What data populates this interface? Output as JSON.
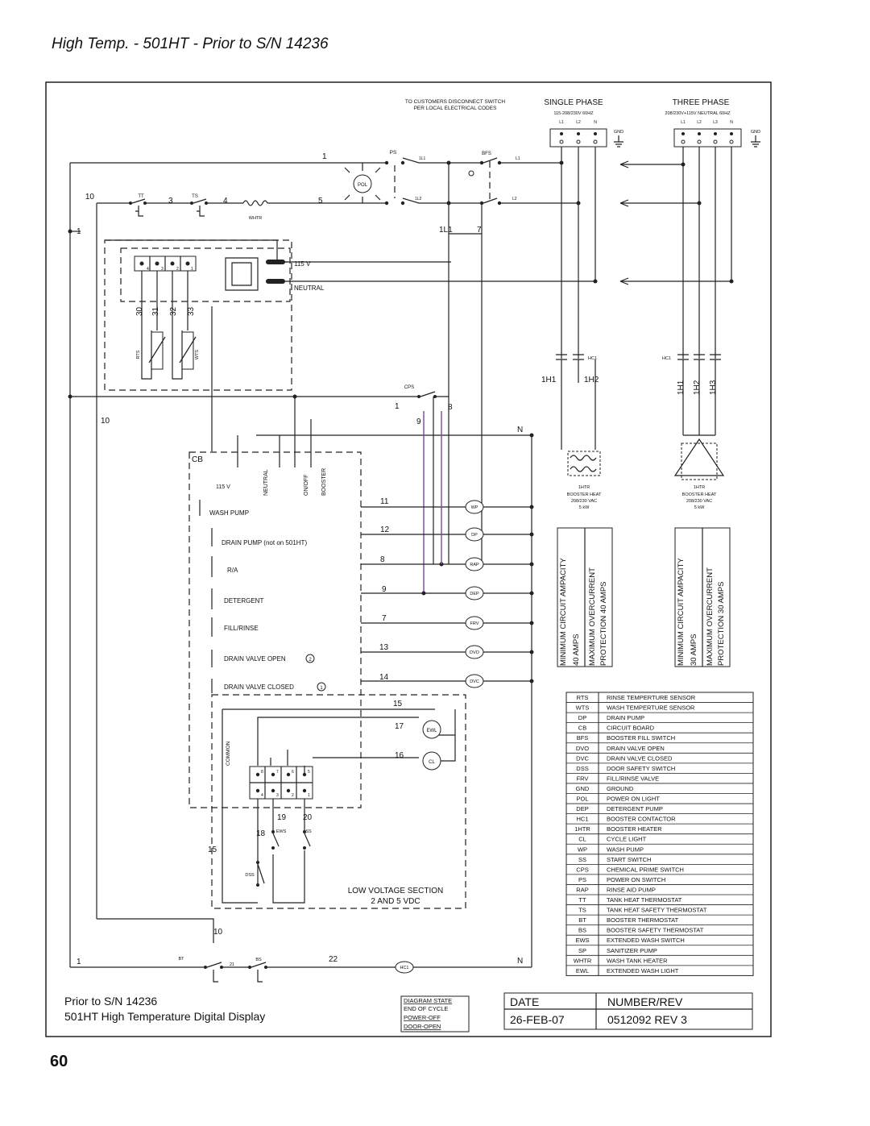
{
  "header": {
    "title": "High Temp. - 501HT - Prior to S/N 14236",
    "page_number": "60"
  },
  "supply": {
    "disconnect_note_1": "TO CUSTOMERS DISCONNECT SWITCH",
    "disconnect_note_2": "PER LOCAL ELECTRICAL CODES",
    "single_phase": "SINGLE PHASE",
    "single_phase_spec": "115-208/230V 60HZ",
    "three_phase": "THREE PHASE",
    "three_phase_spec": "208/230V+115V NEUTRAL 60HZ",
    "gnd": "GND",
    "l1": "L1",
    "l2": "L2",
    "l3": "L3",
    "n": "N"
  },
  "labels": {
    "ps": "PS",
    "bfs": "BFS",
    "pol": "POL",
    "tt": "TT",
    "ts": "TS",
    "whtr": "WHTR",
    "v115": "115 V",
    "neutral": "NEUTRAL",
    "rts": "RTS",
    "wts": "WTS",
    "cps": "CPS",
    "hc1": "HC1",
    "h1": "1H1",
    "h2": "1H2",
    "h3": "1H3",
    "h1b": "1H1",
    "h2b": "1H2",
    "cb": "CB",
    "cb_115": "115 V",
    "cb_neutral": "NEUTRAL",
    "cb_onoff": "ON/OFF",
    "cb_booster": "BOOSTER",
    "common": "COMMON",
    "ews": "EWS",
    "ss": "SS",
    "dss": "DSS",
    "bt": "BT",
    "bs": "BS",
    "low_voltage_1": "LOW VOLTAGE SECTION",
    "low_voltage_2": "2 AND 5 VDC",
    "w_1": "1",
    "w_10": "10",
    "w_3": "3",
    "w_4": "4",
    "w_5": "5",
    "w_1b": "1",
    "w_1l1": "1L1",
    "w_7": "7",
    "w_30": "30",
    "w_31": "31",
    "w_32": "32",
    "w_33": "33",
    "w_10b": "10",
    "w_1c": "1",
    "w_8": "8",
    "w_9": "9",
    "w_n": "N",
    "w_15": "15",
    "w_17": "17",
    "w_16": "16",
    "w_19": "19",
    "w_20": "20",
    "w_18": "18",
    "w_15b": "15",
    "w_10c": "10",
    "w_1d": "1",
    "w_21": "21",
    "w_22": "22",
    "w_nb": "N",
    "ll1": "1L1",
    "ll2": "1L2",
    "lo1": "L1",
    "lo2": "L2",
    "trm_4": "4",
    "trm_3": "3",
    "trm_2": "2",
    "trm_1": "1",
    "rl_8": "8",
    "rl_7": "7",
    "rl_6": "6",
    "rl_5": "5",
    "rl_4": "4",
    "rl_3": "3",
    "rl_2": "2",
    "rl_1": "1"
  },
  "heater": {
    "single": {
      "id": "1HTR",
      "name": "BOOSTER HEAT",
      "voltage": "208/230 VAC",
      "power": "5 kW",
      "ampacity": "MINIMUM CIRCUIT AMPACITY",
      "ampacity_val": "40 AMPS",
      "overcurrent": "MAXIMUM OVERCURRENT",
      "overcurrent_val": "PROTECTION 40 AMPS"
    },
    "three": {
      "id": "1HTR",
      "name": "BOOSTER HEAT",
      "voltage": "208/230 VAC",
      "power": "5 kW",
      "ampacity": "MINIMUM CIRCUIT AMPACITY",
      "ampacity_val": "30 AMPS",
      "overcurrent": "MAXIMUM OVERCURRENT",
      "overcurrent_val": "PROTECTION 30 AMPS"
    }
  },
  "outputs": [
    {
      "label": "WASH PUMP",
      "wire": "11",
      "device": "WP"
    },
    {
      "label": "DRAIN PUMP (not on 501HT)",
      "wire": "12",
      "device": "DP"
    },
    {
      "label": "R/A",
      "wire": "8",
      "device": "RAP"
    },
    {
      "label": "DETERGENT",
      "wire": "9",
      "device": "DEP"
    },
    {
      "label": "FILL/RINSE",
      "wire": "7",
      "device": "FRV"
    },
    {
      "label": "DRAIN VALVE OPEN",
      "wire": "13",
      "device": "DVO",
      "marker": "2"
    },
    {
      "label": "DRAIN VALVE CLOSED",
      "wire": "14",
      "device": "DVC",
      "marker": "1"
    }
  ],
  "lights": [
    {
      "wire": "17",
      "device": "EWL"
    },
    {
      "wire": "16",
      "device": "CL"
    }
  ],
  "bottom_device": "HC1",
  "legend": [
    [
      "RTS",
      "RINSE TEMPERTURE SENSOR"
    ],
    [
      "WTS",
      "WASH TEMPERTURE SENSOR"
    ],
    [
      "DP",
      "DRAIN PUMP"
    ],
    [
      "CB",
      "CIRCUIT BOARD"
    ],
    [
      "BFS",
      "BOOSTER FILL SWITCH"
    ],
    [
      "DVO",
      "DRAIN VALVE OPEN"
    ],
    [
      "DVC",
      "DRAIN VALVE CLOSED"
    ],
    [
      "DSS",
      "DOOR SAFETY SWITCH"
    ],
    [
      "FRV",
      "FILL/RINSE VALVE"
    ],
    [
      "GND",
      "GROUND"
    ],
    [
      "POL",
      "POWER ON LIGHT"
    ],
    [
      "DEP",
      "DETERGENT PUMP"
    ],
    [
      "HC1",
      "BOOSTER CONTACTOR"
    ],
    [
      "1HTR",
      "BOOSTER HEATER"
    ],
    [
      "CL",
      "CYCLE LIGHT"
    ],
    [
      "WP",
      "WASH PUMP"
    ],
    [
      "SS",
      "START SWITCH"
    ],
    [
      "CPS",
      "CHEMICAL PRIME SWITCH"
    ],
    [
      "PS",
      "POWER ON SWITCH"
    ],
    [
      "RAP",
      "RINSE AID PUMP"
    ],
    [
      "TT",
      "TANK HEAT THERMOSTAT"
    ],
    [
      "TS",
      "TANK HEAT SAFETY THERMOSTAT"
    ],
    [
      "BT",
      "BOOSTER THERMOSTAT"
    ],
    [
      "BS",
      "BOOSTER SAFETY THERMOSTAT"
    ],
    [
      "EWS",
      "EXTENDED WASH SWITCH"
    ],
    [
      "SP",
      "SANITIZER PUMP"
    ],
    [
      "WHTR",
      "WASH TANK HEATER"
    ],
    [
      "EWL",
      "EXTENDED WASH LIGHT"
    ]
  ],
  "footer": {
    "line1": "Prior to S/N 14236",
    "line2": "501HT High Temperature Digital Display",
    "state_title": "DIAGRAM STATE",
    "states": [
      "END OF CYCLE",
      "POWER-OFF",
      "DOOR-OPEN"
    ],
    "date_label": "DATE",
    "date": "26-FEB-07",
    "number_label": "NUMBER/REV",
    "number": "0512092 REV 3"
  }
}
